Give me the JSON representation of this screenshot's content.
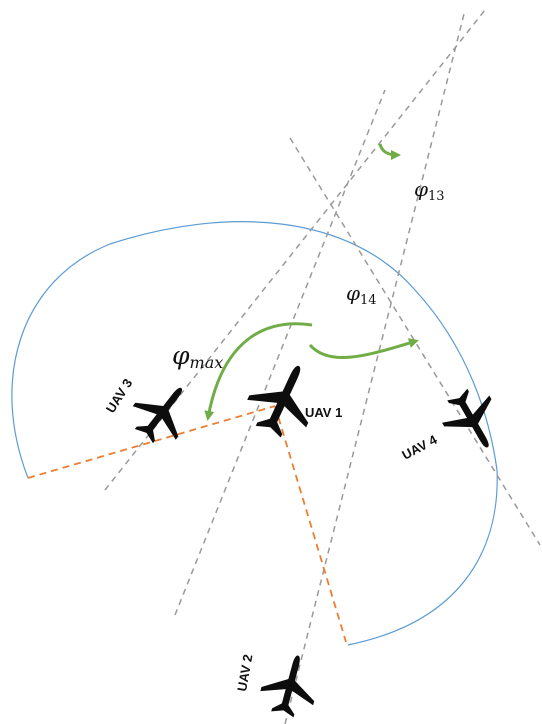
{
  "labels": {
    "phi13": "φ",
    "phi13_sub": "13",
    "phi14": "φ",
    "phi14_sub": "14",
    "phimax": "φ",
    "phimax_sub": "max",
    "uav1": "UAV 1",
    "uav2": "UAV 2",
    "uav3": "UAV 3",
    "uav4": "UAV 4"
  },
  "colors": {
    "line_of_sight": "#9a9a9a",
    "boundary_arc": "#5b9bd5",
    "sector_edge": "#ed7d31",
    "angle_arrow": "#70ad47",
    "aircraft": "#0d0d0d"
  },
  "icons": {
    "aircraft": "airplane-icon"
  }
}
